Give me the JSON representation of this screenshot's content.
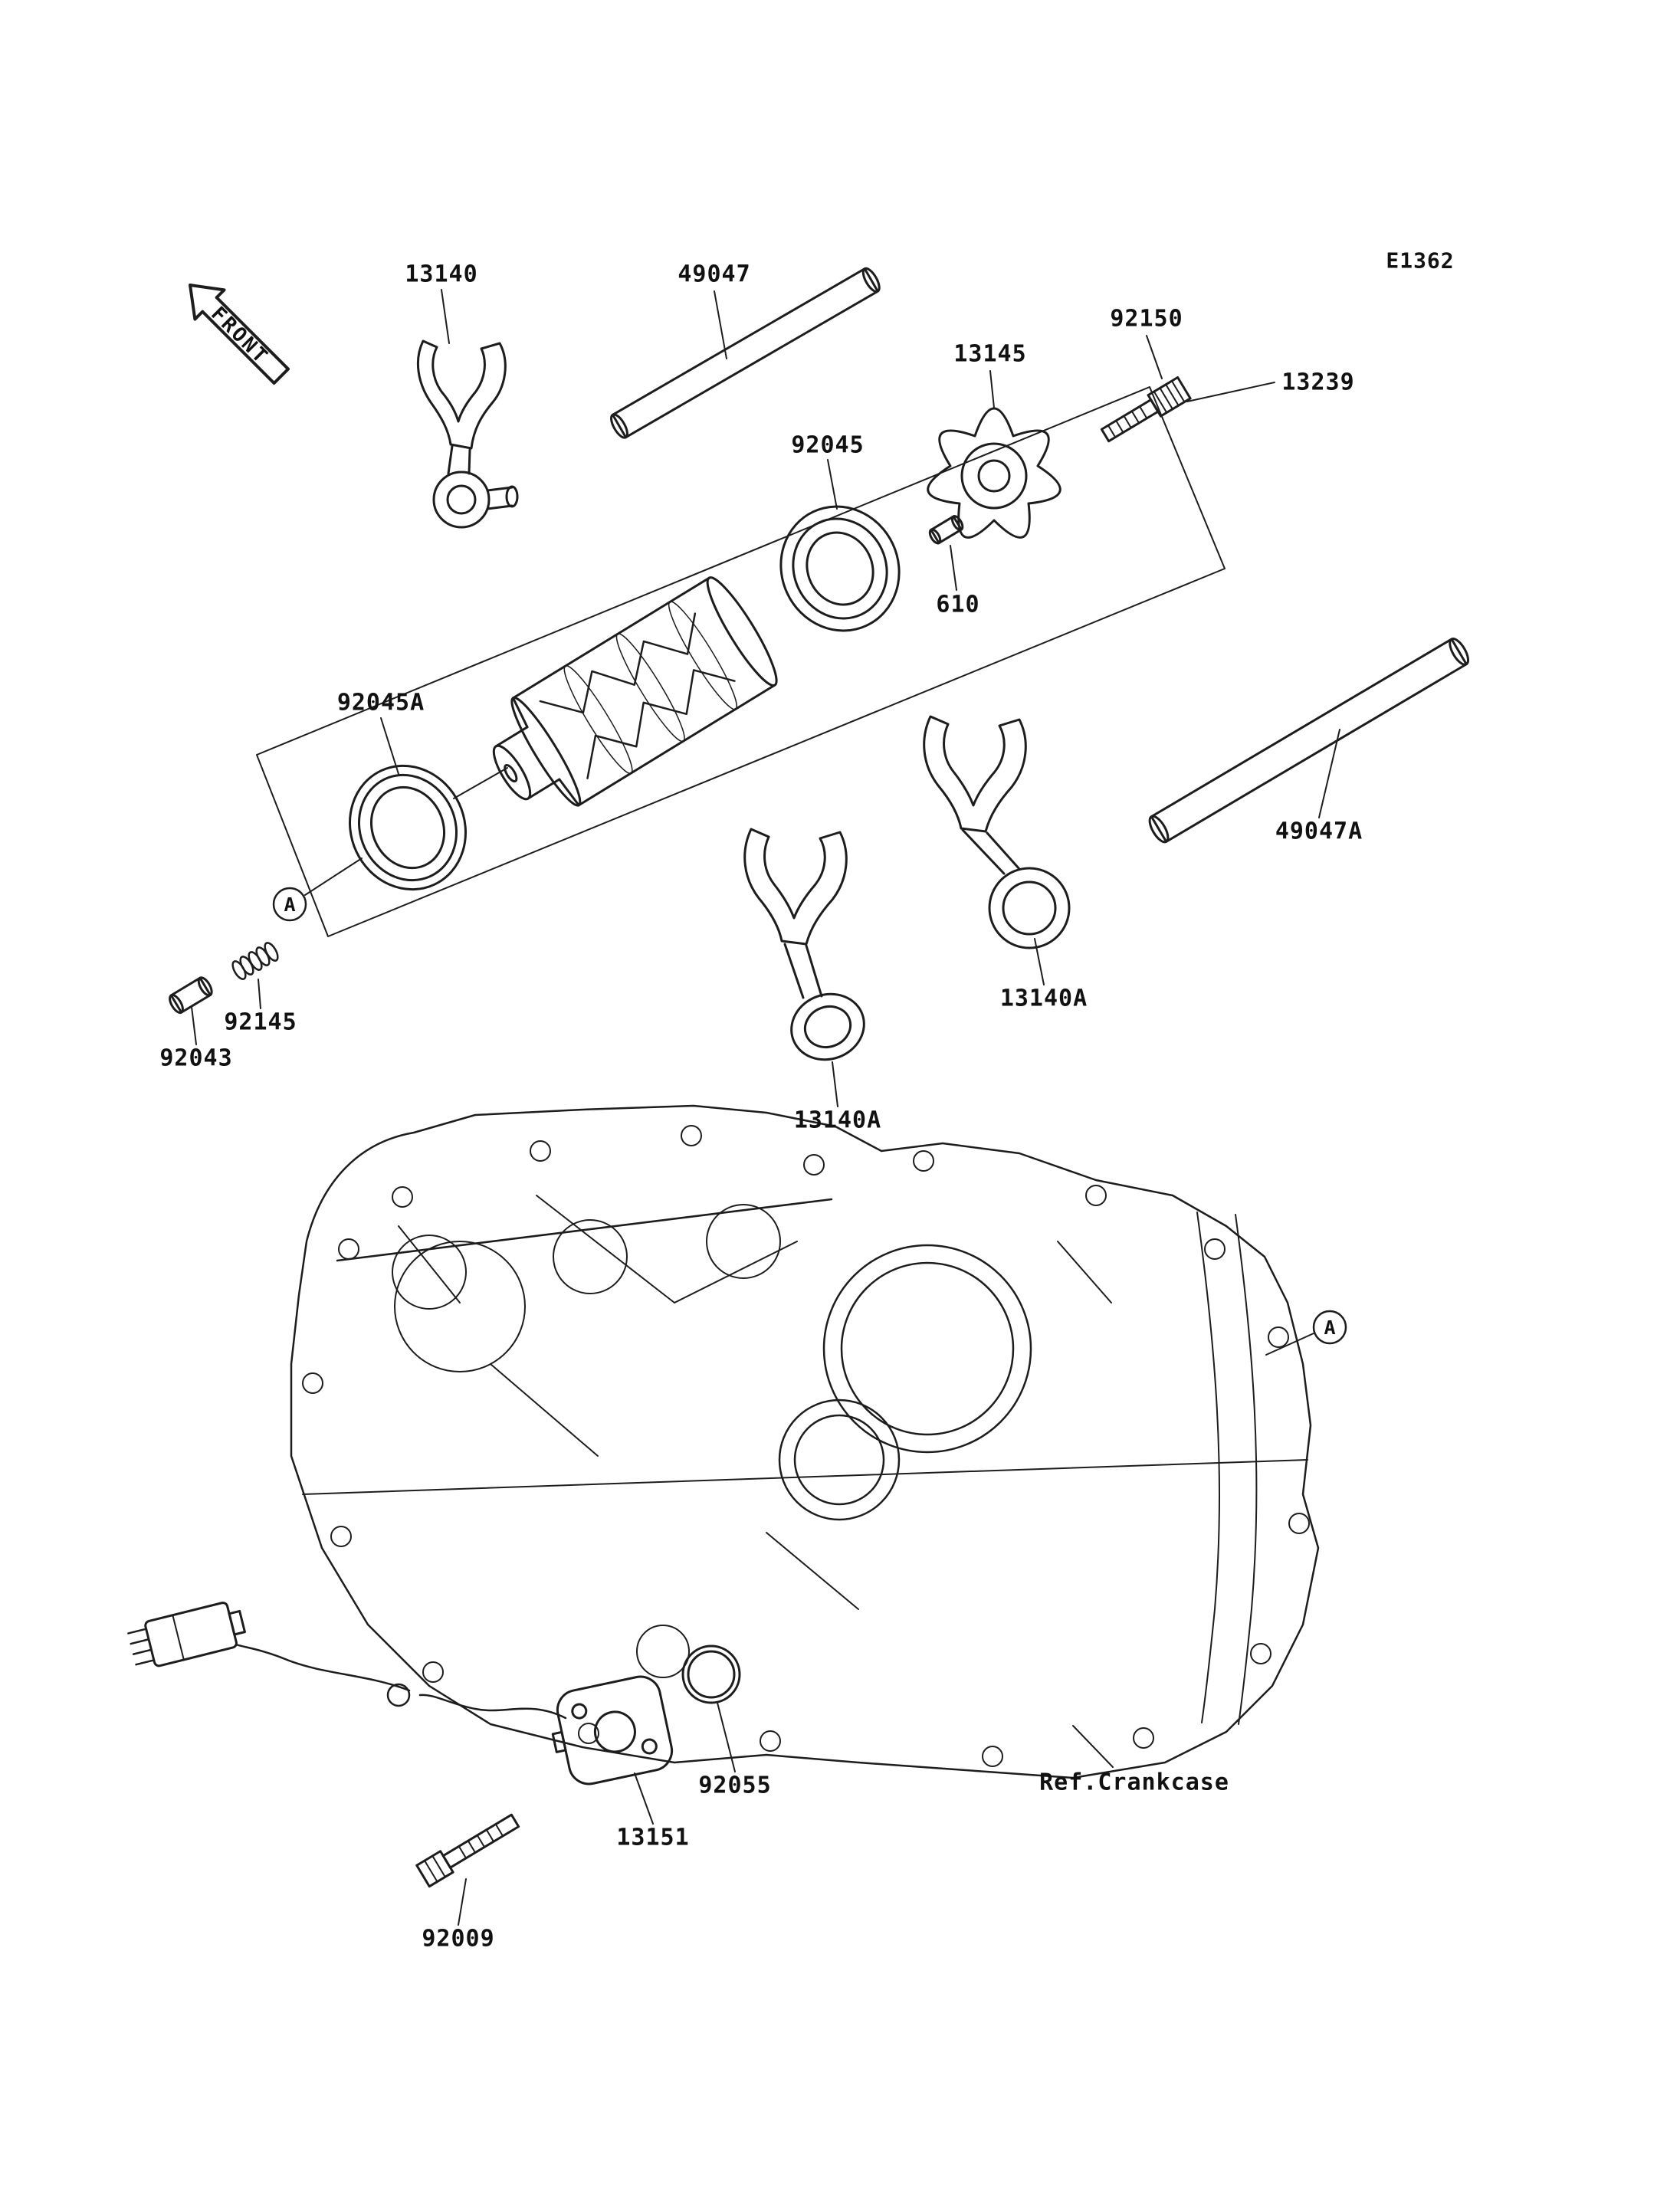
{
  "diagram": {
    "code": "E1362",
    "front_label": "FRONT",
    "ref_label": "Ref.Crankcase",
    "marker_a": "A"
  },
  "parts": {
    "p13140": "13140",
    "p49047": "49047",
    "p92150": "92150",
    "p13145": "13145",
    "p13239": "13239",
    "p92045": "92045",
    "p610": "610",
    "p92045a": "92045A",
    "p49047a": "49047A",
    "p13140a": "13140A",
    "p92145": "92145",
    "p92043": "92043",
    "p92055": "92055",
    "p13151": "13151",
    "p92009": "92009"
  }
}
